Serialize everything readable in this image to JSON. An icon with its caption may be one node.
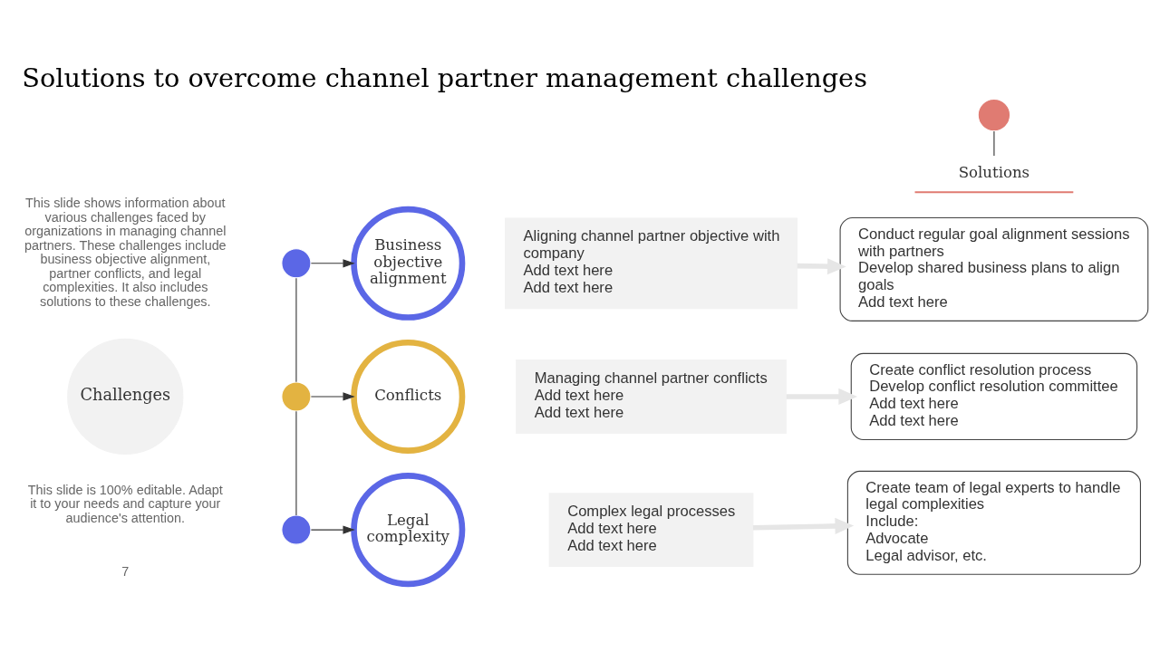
{
  "diagram": {
    "title": "Solutions to overcome channel partner management challenges",
    "nodes": [
      {
        "text": [
          "Challenges"
        ]
      },
      {
        "text": [],
        "shape": "circle"
      },
      {
        "text": [],
        "shape": "circle"
      },
      {
        "text": [],
        "shape": "circle"
      },
      {
        "text": [
          "Business objective alignment"
        ]
      },
      {
        "text": [
          "Conflicts"
        ]
      },
      {
        "text": [
          "Legal complexity"
        ]
      },
      {
        "text": [
          "Aligning channel partner objective with company",
          "Add text here",
          "Add text here"
        ]
      },
      {
        "text": [
          "Managing channel partner conflicts",
          "Add text here",
          "Add text here"
        ]
      },
      {
        "text": [
          "Complex legal processes",
          "Add text here",
          "Add text here"
        ]
      },
      {
        "text": [],
        "shape": "circle"
      },
      {
        "text": [
          "Solutions"
        ]
      },
      {
        "text": [
          "Conduct regular goal alignment sessions with partners",
          "Develop shared business plans to align goals",
          "Add text here"
        ]
      },
      {
        "text": [
          "Create conflict resolution process",
          "Develop conflict resolution committee",
          "Add text here",
          "Add text here"
        ]
      },
      {
        "text": [
          "Create team of legal experts to handle legal complexities",
          "Include:",
          "Advocate",
          "Legal advisor, etc."
        ]
      }
    ],
    "edges": [
      {
        "from": 1,
        "to": 2,
        "arrow": "none"
      },
      {
        "from": 2,
        "to": 3,
        "arrow": "none"
      },
      {
        "from": 1,
        "to": 4,
        "arrow": "to"
      },
      {
        "from": 2,
        "to": 5,
        "arrow": "to"
      },
      {
        "from": 3,
        "to": 6,
        "arrow": "to"
      },
      {
        "from": 7,
        "to": 12,
        "arrow": "to",
        "style": "thick",
        "color": "#e6e6e6"
      },
      {
        "from": 8,
        "to": 13,
        "arrow": "to",
        "style": "thick",
        "color": "#e6e6e6"
      },
      {
        "from": 9,
        "to": 14,
        "arrow": "to",
        "style": "thick",
        "color": "#e6e6e6"
      },
      {
        "from": 10,
        "to": 11,
        "arrow": "none"
      }
    ],
    "labels": [
      "This slide shows information about various challenges faced by organizations in managing channel partners. These challenges include business objective alignment, partner conflicts, and legal complexities. It also includes solutions to these challenges.",
      "This slide is 100% editable. Adapt it to your needs and capture your audience's attention.",
      "7"
    ]
  }
}
